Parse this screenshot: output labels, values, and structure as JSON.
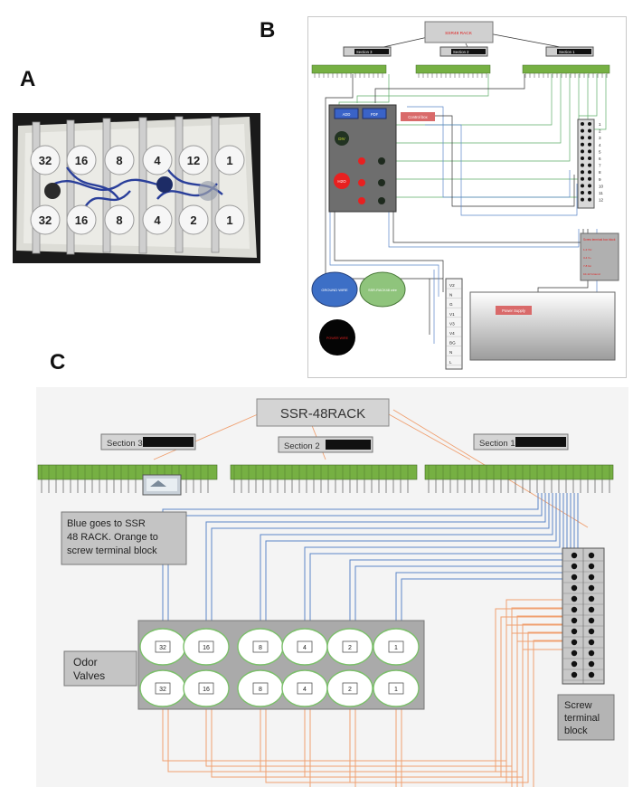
{
  "panels": {
    "a": "A",
    "b": "B",
    "c": "C"
  },
  "photo_a": {
    "valve_labels_top": [
      "32",
      "16",
      "8",
      "4",
      "12",
      "1"
    ],
    "valve_labels_bottom": [
      "32",
      "16",
      "8",
      "4",
      "2",
      "1"
    ]
  },
  "diagram_b": {
    "rack_title": "SSR48 RACK",
    "section3": "Section 3",
    "section2": "Section 2",
    "section1": "Section 1",
    "btn_left": "ADD",
    "btn_right": "PDF",
    "control_box": "Control box",
    "div_label": "DIV",
    "h2o_label": "H2O",
    "terminal_numbers": [
      "1",
      "2",
      "3",
      "4",
      "5",
      "6",
      "7",
      "8",
      "9",
      "10",
      "11",
      "12"
    ],
    "legend_title": "Screw terminal box block",
    "legend_lines": [
      "1-2 Vlv",
      "3-4 V+",
      "7-8 Gn",
      "10-12 Ground"
    ],
    "panel_header": [
      "V2",
      "N",
      "G",
      "V1",
      "V3",
      "V4",
      "BG",
      "N",
      "L"
    ],
    "power_supply": "Power Supply",
    "ground_wire": "GROUND WIRE",
    "ssr_wire": "SSR-RACK48 wire",
    "power_wire": "POWER WIRE"
  },
  "diagram_c": {
    "rack_title": "SSR-48RACK",
    "section3": "Section 3",
    "section2": "Section 2",
    "section1": "Section 1",
    "note": "Blue goes to SSR 48 RACK. Orange to screw terminal block",
    "odor_label": "Odor Valves",
    "valves_top": [
      "32",
      "16",
      "8",
      "4",
      "2",
      "1"
    ],
    "valves_bottom": [
      "32",
      "16",
      "8",
      "4",
      "2",
      "1"
    ],
    "terminal_label": "Screw terminal block"
  },
  "colors": {
    "blue_wire": "#5b86c8",
    "orange_wire": "#f0a070",
    "green_wire": "#5fae6a",
    "terminal_green": "#76b043"
  }
}
